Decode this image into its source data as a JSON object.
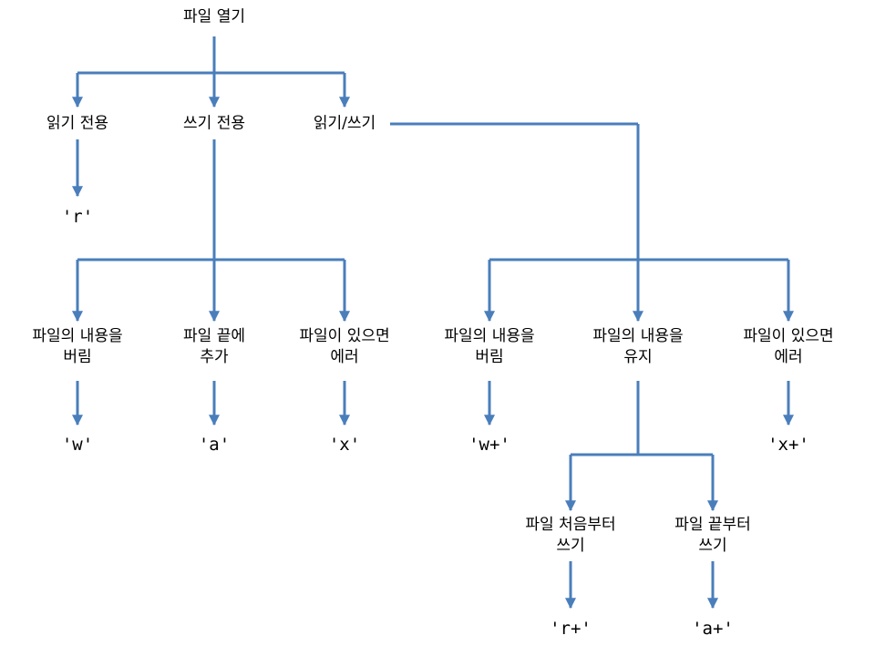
{
  "colors": {
    "line": "#4a7ebb",
    "text": "#000000"
  },
  "nodes": {
    "open_file": "파일 열기",
    "read_only": "읽기 전용",
    "write_only": "쓰기 전용",
    "read_write": "읽기/쓰기",
    "w_discard": {
      "line1": "파일의 내용을",
      "line2": "버림"
    },
    "a_append": {
      "line1": "파일 끝에",
      "line2": "추가"
    },
    "x_error": {
      "line1": "파일이 있으면",
      "line2": "에러"
    },
    "wplus_discard": {
      "line1": "파일의 내용을",
      "line2": "버림"
    },
    "keep": {
      "line1": "파일의 내용을",
      "line2": "유지"
    },
    "xplus_error": {
      "line1": "파일이 있으면",
      "line2": "에러"
    },
    "rplus_begin": {
      "line1": "파일 처음부터",
      "line2": "쓰기"
    },
    "aplus_end": {
      "line1": "파일 끝부터",
      "line2": "쓰기"
    }
  },
  "modes": {
    "r": "'r'",
    "w": "'w'",
    "a": "'a'",
    "x": "'x'",
    "wplus": "'w+'",
    "xplus": "'x+'",
    "rplus": "'r+'",
    "aplus": "'a+'"
  }
}
